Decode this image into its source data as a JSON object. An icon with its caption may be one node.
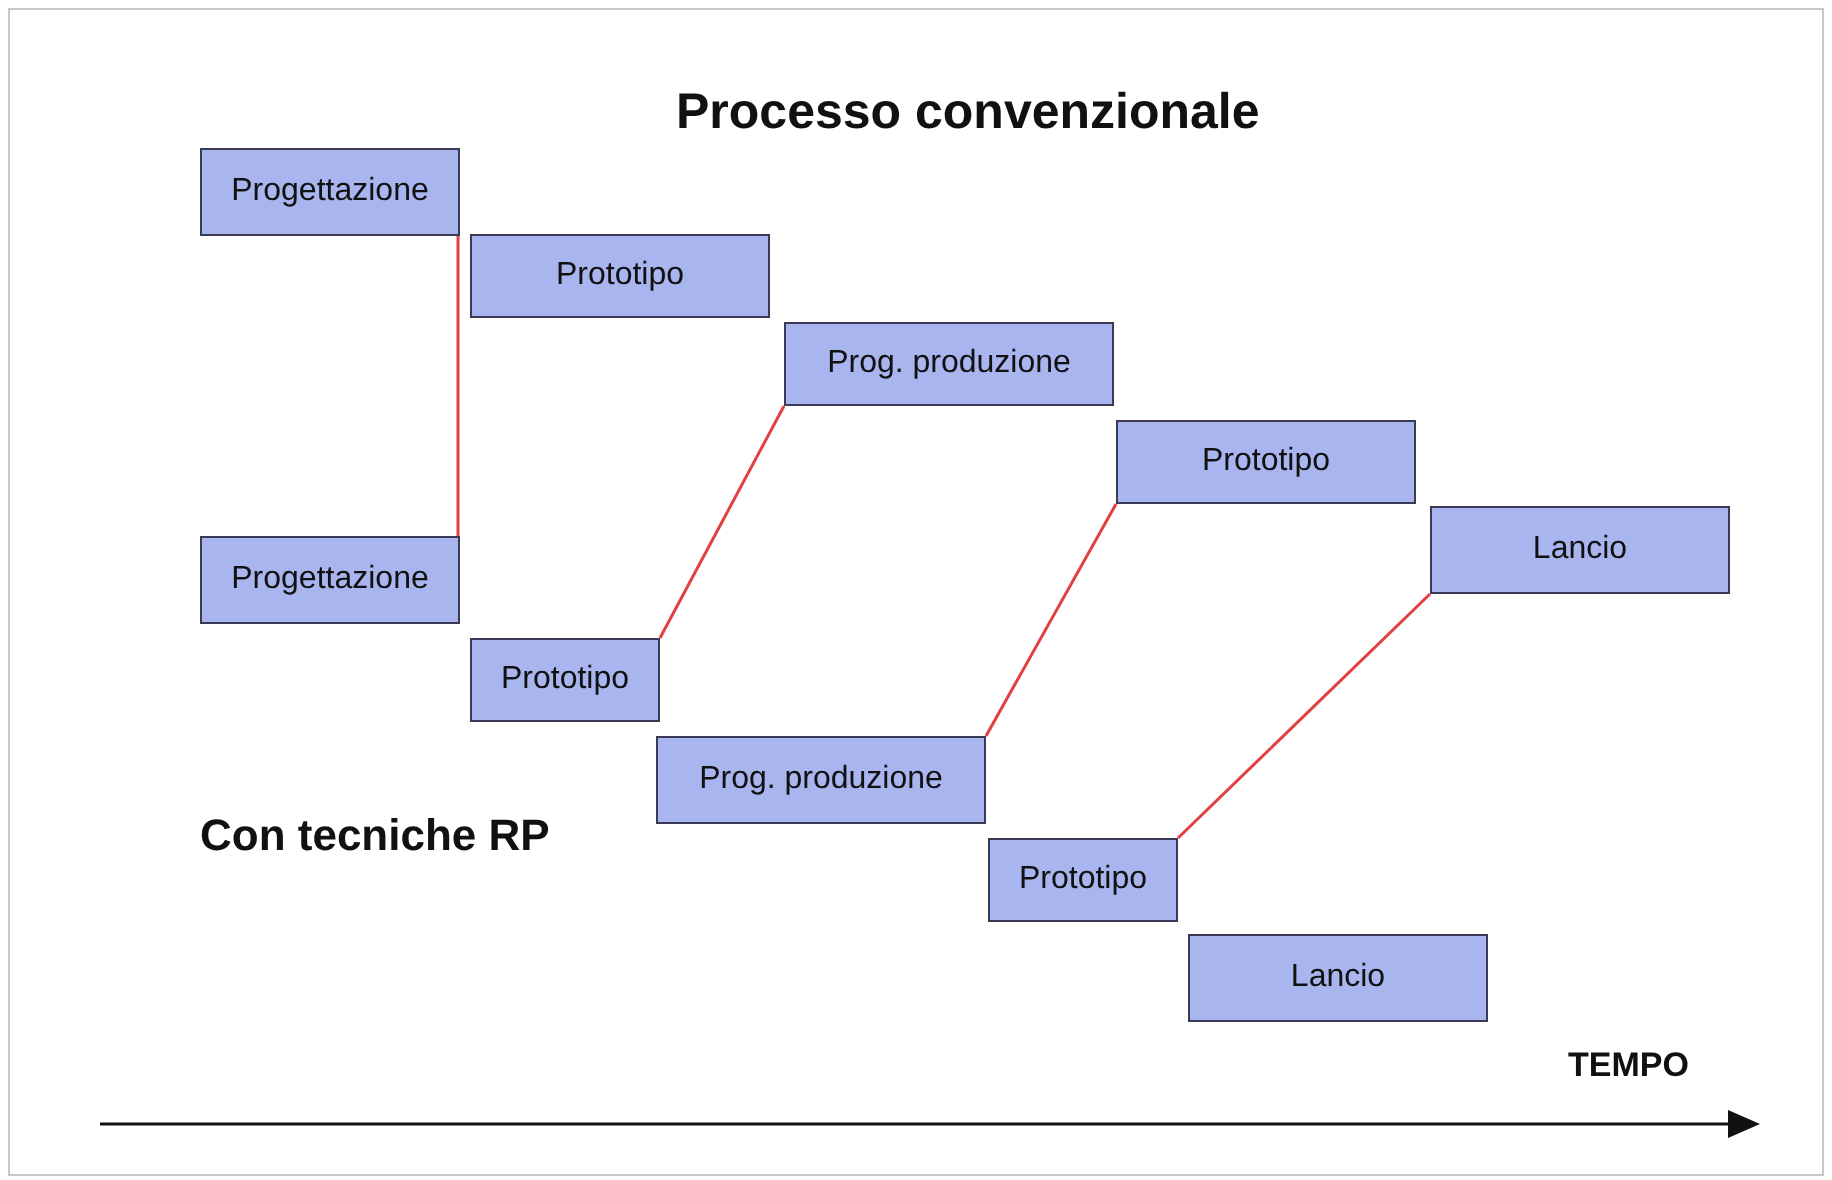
{
  "diagram": {
    "nodes": [
      {
        "text": [
          "Progettazione"
        ]
      },
      {
        "text": [
          "Prototipo"
        ]
      },
      {
        "text": [
          "Prog. produzione"
        ]
      },
      {
        "text": [
          "Prototipo"
        ]
      },
      {
        "text": [
          "Lancio"
        ]
      },
      {
        "text": [
          "Progettazione"
        ]
      },
      {
        "text": [
          "Prototipo"
        ]
      },
      {
        "text": [
          "Prog. produzione"
        ]
      },
      {
        "text": [
          "Prototipo"
        ]
      },
      {
        "text": [
          "Lancio"
        ]
      }
    ],
    "edges": [
      {
        "from": 0,
        "to": 5,
        "arrow": "none"
      },
      {
        "from": 6,
        "to": 2,
        "arrow": "none"
      },
      {
        "from": 7,
        "to": 3,
        "arrow": "none"
      },
      {
        "from": 8,
        "to": 4,
        "arrow": "none"
      }
    ],
    "labels": [
      "Processo convenzionale",
      "Con tecniche RP",
      "TEMPO"
    ]
  }
}
